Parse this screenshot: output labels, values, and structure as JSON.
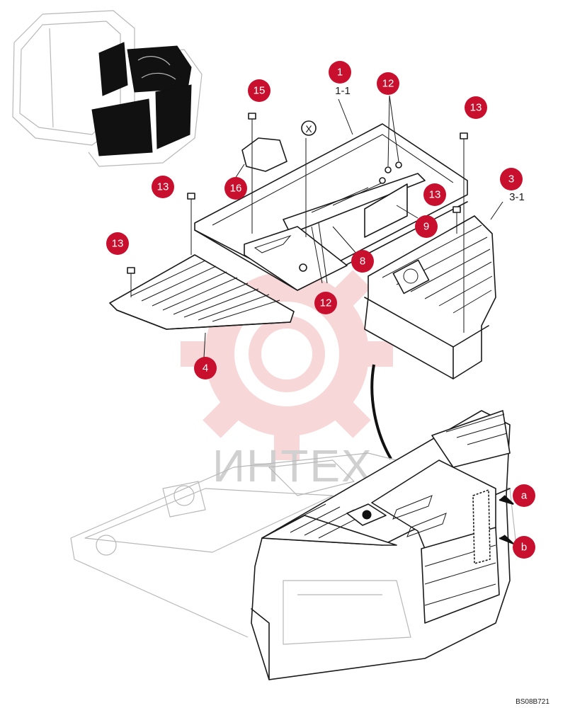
{
  "callouts": [
    {
      "label": "1",
      "sub": "1-1"
    },
    {
      "label": "12",
      "sub": ""
    },
    {
      "label": "15",
      "sub": ""
    },
    {
      "label": "13",
      "sub": ""
    },
    {
      "label": "3",
      "sub": "3-1"
    },
    {
      "label": "13",
      "sub": ""
    },
    {
      "label": "13",
      "sub": ""
    },
    {
      "label": "16",
      "sub": ""
    },
    {
      "label": "13",
      "sub": ""
    },
    {
      "label": "9",
      "sub": ""
    },
    {
      "label": "8",
      "sub": ""
    },
    {
      "label": "12",
      "sub": ""
    },
    {
      "label": "4",
      "sub": ""
    },
    {
      "label": "a",
      "sub": ""
    },
    {
      "label": "b",
      "sub": ""
    }
  ],
  "marker_x": "X",
  "watermark": "ИНТЕХ",
  "drawing_code": "BS08B721",
  "colors": {
    "callout": "#c8102e",
    "watermark": "#f2c4c4",
    "line": "#1a1a1a"
  }
}
